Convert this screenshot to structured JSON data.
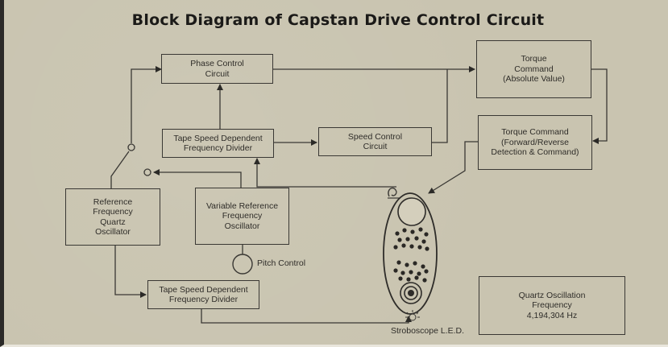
{
  "title": "Block Diagram of Capstan Drive Control Circuit",
  "blocks": {
    "phase_control": [
      "Phase Control",
      "Circuit"
    ],
    "torque_command_abs": [
      "Torque",
      "Command",
      "(Absolute Value)"
    ],
    "tape_speed_divider_top": [
      "Tape Speed Dependent",
      "Frequency Divider"
    ],
    "speed_control": [
      "Speed Control",
      "Circuit"
    ],
    "torque_command_fr": [
      "Torque Command",
      "(Forward/Reverse",
      "Detection & Command)"
    ],
    "reference_oscillator": [
      "Reference",
      "Frequency",
      "Quartz",
      "Oscillator"
    ],
    "variable_oscillator": [
      "Variable Reference",
      "Frequency",
      "Oscillator"
    ],
    "tape_speed_divider_bottom": [
      "Tape Speed Dependent",
      "Frequency Divider"
    ],
    "quartz_frequency": [
      "Quartz Oscillation",
      "Frequency",
      "4,194,304 Hz"
    ]
  },
  "labels": {
    "pitch_control": "Pitch Control",
    "stroboscope": "Stroboscope L.E.D."
  },
  "colors": {
    "background": "#c9c4b0",
    "ink": "#2f2d29",
    "title": "#1b1a18"
  }
}
